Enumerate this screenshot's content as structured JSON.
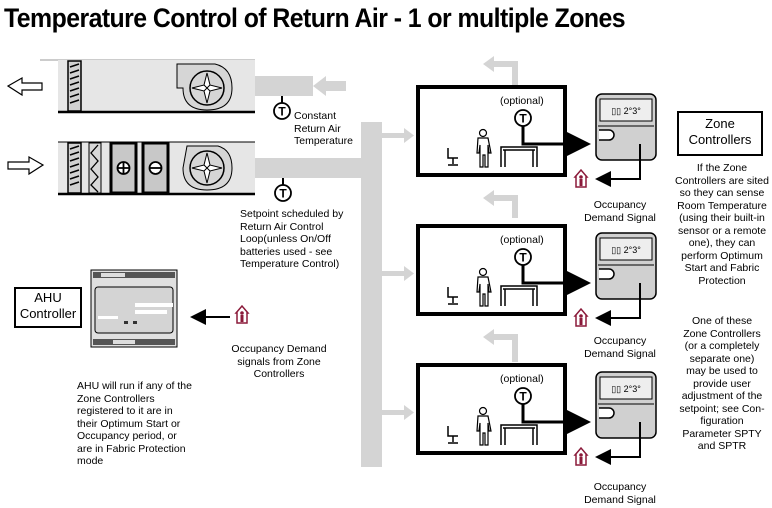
{
  "title": "Temperature Control of Return Air - 1 or multiple Zones",
  "ahu": {
    "return_air_sensor_label": "T",
    "supply_air_sensor_label": "T",
    "constant_return_air_note": [
      "Constant",
      "Return Air",
      "Temperature"
    ],
    "setpoint_note": [
      "Setpoint scheduled by",
      "Return Air Control",
      "Loop(unless On/Off",
      "batteries used - see",
      "Temperature Control)"
    ],
    "heating_coil_symbol": "⊕",
    "cooling_coil_symbol": "⊖"
  },
  "ahu_controller": {
    "label_line1": "AHU",
    "label_line2": "Controller",
    "occupancy_note": [
      "Occupancy Demand",
      "signals from Zone",
      "Controllers"
    ],
    "run_note": [
      "AHU will run if any of the",
      "Zone Controllers",
      "registered to it are in",
      "their Optimum Start or",
      "Occupancy period, or",
      "are in Fabric Protection",
      "mode"
    ]
  },
  "zones": [
    {
      "optional_label": "(optional)",
      "sensor_label": "T",
      "signal_label": [
        "Occupancy",
        "Demand Signal"
      ]
    },
    {
      "optional_label": "(optional)",
      "sensor_label": "T",
      "signal_label": [
        "Occupancy",
        "Demand Signal"
      ]
    },
    {
      "optional_label": "(optional)",
      "sensor_label": "T",
      "signal_label": [
        "Occupancy",
        "Demand Signal"
      ]
    }
  ],
  "zone_controllers": {
    "label_line1": "Zone",
    "label_line2": "Controllers",
    "sensing_note": [
      "If the Zone",
      "Controllers are sited",
      "so they can sense",
      "Room Temperature",
      "(using their built-in",
      "sensor or a remote",
      "one), they  can",
      "perform Optimum",
      "Start and Fabric",
      "Protection"
    ],
    "setpoint_note": [
      "One of these",
      "Zone Controllers",
      "(or a completely",
      "separate one)",
      "may be used to",
      "provide user",
      "adjustment of the",
      "setpoint; see Con-",
      "figuration",
      "Parameter SPTY",
      "and SPTR"
    ]
  },
  "colors": {
    "duct": "#d4d4d4",
    "unit_body": "#e6e6e6",
    "unit_panel": "#c8c8c8",
    "occupancy_icon": "#8b1a3a",
    "line": "#000000"
  }
}
